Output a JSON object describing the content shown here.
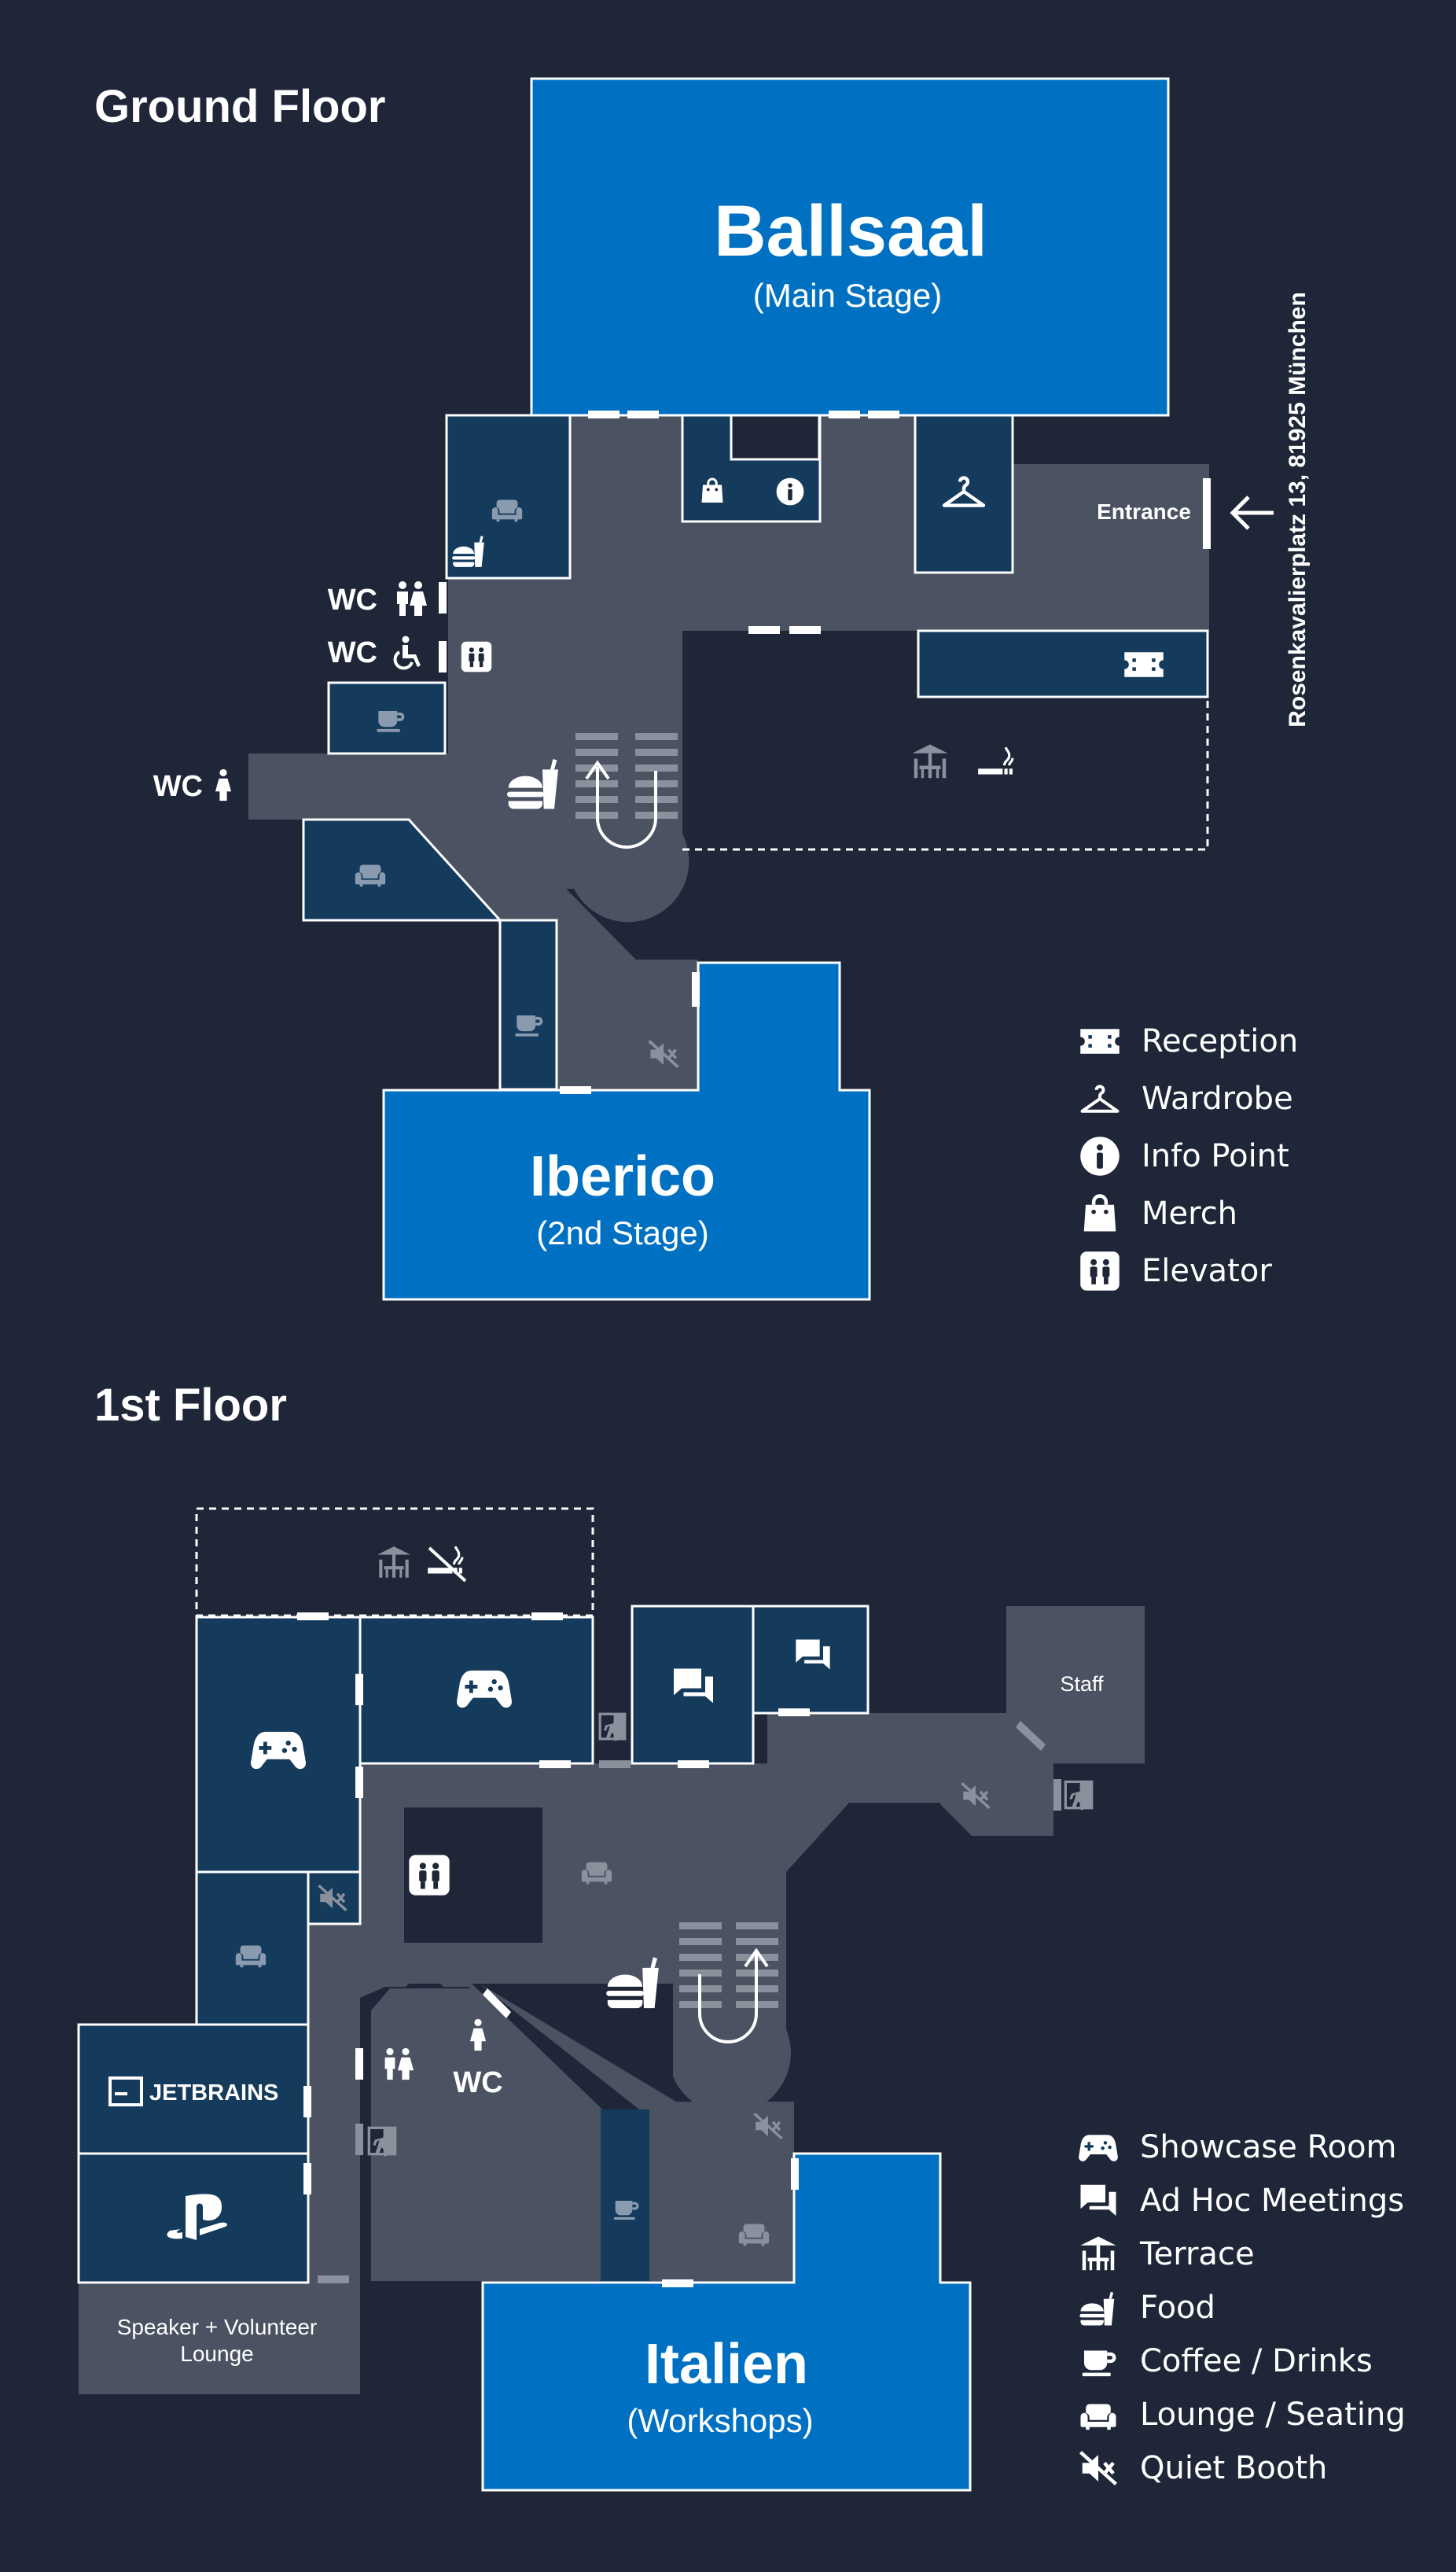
{
  "floors": {
    "ground": {
      "title": "Ground Floor",
      "rooms": {
        "ballsaal": {
          "name": "Ballsaal",
          "sub": "(Main Stage)"
        },
        "iberico": {
          "name": "Iberico",
          "sub": "(2nd Stage)"
        }
      },
      "entrance": "Entrance",
      "address": "Rosenkavalierplatz 13, 81925 München",
      "wc_labels": [
        "WC",
        "WC",
        "WC"
      ]
    },
    "first": {
      "title": "1st Floor",
      "rooms": {
        "italien": {
          "name": "Italien",
          "sub": "(Workshops)"
        },
        "staff": "Staff",
        "lounge": [
          "Speaker + Volunteer",
          "Lounge"
        ],
        "jetbrains": "JETBRAINS"
      },
      "wc_label": "WC"
    }
  },
  "legend_ground": [
    {
      "icon": "ticket-icon",
      "label": "Reception"
    },
    {
      "icon": "hanger-icon",
      "label": "Wardrobe"
    },
    {
      "icon": "info-icon",
      "label": "Info Point"
    },
    {
      "icon": "bag-icon",
      "label": "Merch"
    },
    {
      "icon": "elevator-icon",
      "label": "Elevator"
    }
  ],
  "legend_first": [
    {
      "icon": "gamepad-icon",
      "label": "Showcase Room"
    },
    {
      "icon": "chat-icon",
      "label": "Ad Hoc Meetings"
    },
    {
      "icon": "terrace-icon",
      "label": "Terrace"
    },
    {
      "icon": "food-icon",
      "label": "Food"
    },
    {
      "icon": "coffee-icon",
      "label": "Coffee / Drinks"
    },
    {
      "icon": "sofa-icon",
      "label": "Lounge / Seating"
    },
    {
      "icon": "mute-icon",
      "label": "Quiet Booth"
    }
  ],
  "colors": {
    "background": "#1e2638",
    "corridor": "#4b5262",
    "room_dark": "#143a5c",
    "stage_blue": "#0071c2",
    "outline": "#ffffff"
  }
}
